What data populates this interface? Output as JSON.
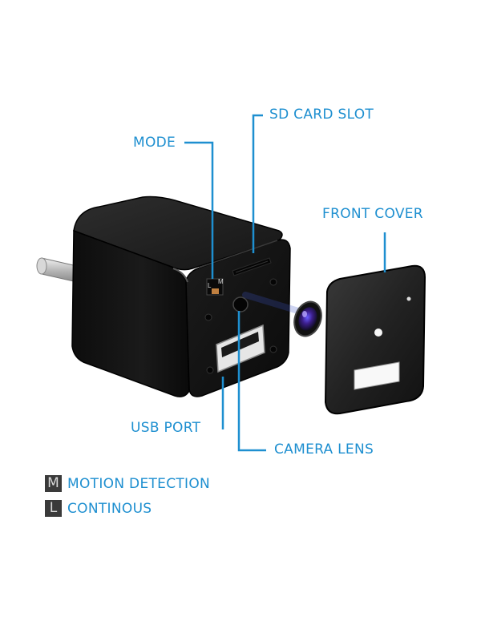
{
  "callouts": {
    "sd_card_slot": "SD CARD SLOT",
    "mode": "MODE",
    "front_cover": "FRONT COVER",
    "usb_port": "USB PORT",
    "camera_lens": "CAMERA LENS"
  },
  "switch_labels": {
    "left": "L",
    "right": "M"
  },
  "legend": [
    {
      "key": "M",
      "text": "MOTION DETECTION"
    },
    {
      "key": "L",
      "text": "CONTINOUS"
    }
  ],
  "colors": {
    "accent": "#1e8fd0",
    "device": "#111111",
    "legend_key": "#3a3a3a"
  }
}
